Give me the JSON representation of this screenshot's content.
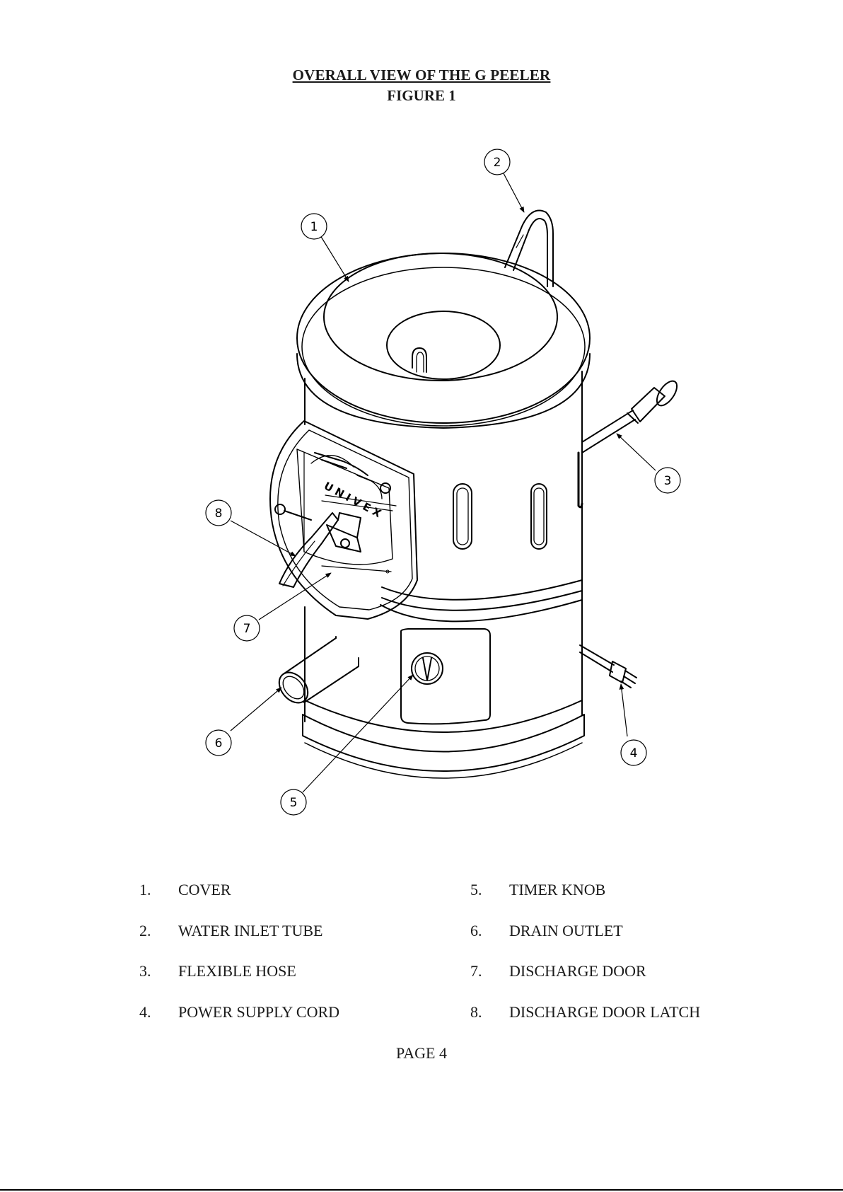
{
  "header": {
    "title": "OVERALL VIEW OF THE G PEELER",
    "subtitle": "FIGURE 1"
  },
  "diagram": {
    "brand_text": "UNIVEX",
    "callouts": [
      "1",
      "2",
      "3",
      "4",
      "5",
      "6",
      "7",
      "8"
    ]
  },
  "parts_list": [
    {
      "num": "1.",
      "label": "COVER"
    },
    {
      "num": "2.",
      "label": "WATER INLET TUBE"
    },
    {
      "num": "3.",
      "label": "FLEXIBLE HOSE"
    },
    {
      "num": "4.",
      "label": "POWER SUPPLY CORD"
    },
    {
      "num": "5.",
      "label": "TIMER KNOB"
    },
    {
      "num": "6.",
      "label": "DRAIN OUTLET"
    },
    {
      "num": "7.",
      "label": "DISCHARGE DOOR"
    },
    {
      "num": "8.",
      "label": "DISCHARGE DOOR LATCH"
    }
  ],
  "footer": {
    "page": "PAGE 4"
  }
}
